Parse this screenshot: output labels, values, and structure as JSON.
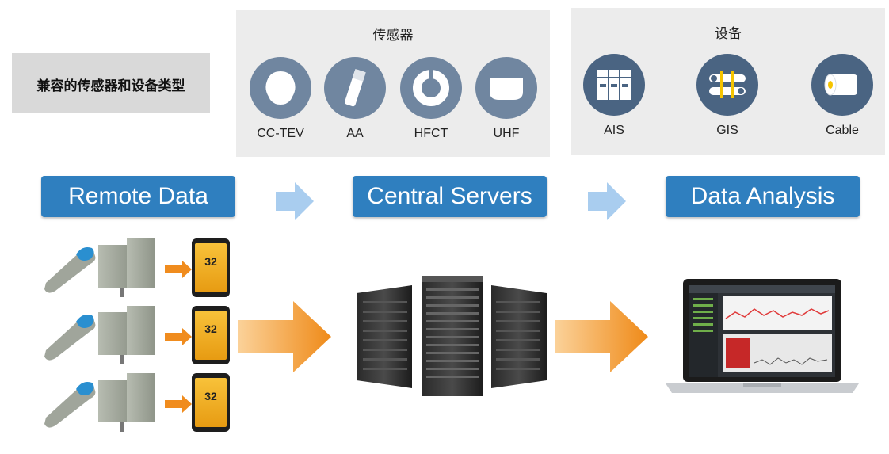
{
  "compatible_label": "兼容的传感器和设备类型",
  "sensors": {
    "title": "传感器",
    "items": [
      {
        "label": "CC-TEV",
        "icon": "cc-tev-sensor-icon"
      },
      {
        "label": "AA",
        "icon": "aa-sensor-icon"
      },
      {
        "label": "HFCT",
        "icon": "hfct-sensor-icon"
      },
      {
        "label": "UHF",
        "icon": "uhf-sensor-icon"
      }
    ]
  },
  "devices": {
    "title": "设备",
    "items": [
      {
        "label": "AIS",
        "icon": "ais-switchgear-icon"
      },
      {
        "label": "GIS",
        "icon": "gis-switchgear-icon"
      },
      {
        "label": "Cable",
        "icon": "cable-icon"
      }
    ]
  },
  "stages": {
    "remote": "Remote Data",
    "central": "Central Servers",
    "analysis": "Data Analysis"
  },
  "phone_reading": "32",
  "colors": {
    "banner": "#2f7fbf",
    "flow_arrow": "#a9cdef",
    "orange_arrow": "#f08c1e",
    "icon_circle": "#7086a0",
    "panel": "#ececec"
  }
}
